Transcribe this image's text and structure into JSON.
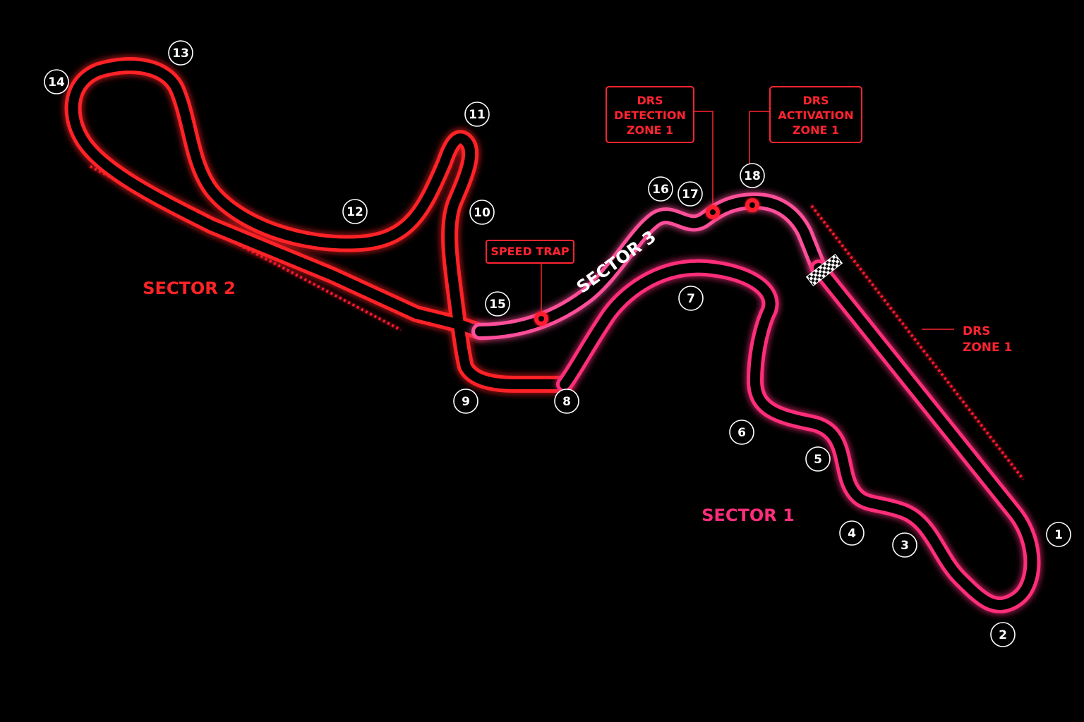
{
  "colors": {
    "background": "#000000",
    "sector1": "#ff2d7a",
    "sector2": "#ff2326",
    "sector3": "#ff4f9a",
    "marker": "#ff1a2e",
    "corner_ring": "#ffffff"
  },
  "sectors": [
    {
      "id": "sector1",
      "label": "SECTOR 1"
    },
    {
      "id": "sector2",
      "label": "SECTOR 2"
    },
    {
      "id": "sector3",
      "label": "SECTOR 3"
    }
  ],
  "corners": [
    "1",
    "2",
    "3",
    "4",
    "5",
    "6",
    "7",
    "8",
    "9",
    "10",
    "11",
    "12",
    "13",
    "14",
    "15",
    "16",
    "17",
    "18"
  ],
  "speed_trap": {
    "label": "SPEED TRAP"
  },
  "drs_detection": {
    "lines": [
      "DRS",
      "DETECTION",
      "ZONE 1"
    ]
  },
  "drs_activation": {
    "lines": [
      "DRS",
      "ACTIVATION",
      "ZONE 1"
    ]
  },
  "drs_zone": {
    "lines": [
      "DRS",
      "ZONE 1"
    ]
  },
  "icons": {
    "start_finish": "checkered-flag-icon",
    "marker": "timing-point-icon"
  }
}
